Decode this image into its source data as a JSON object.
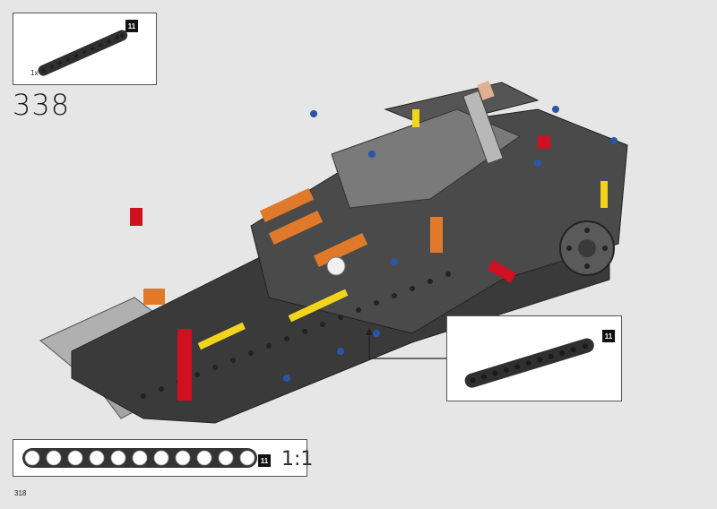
{
  "page": {
    "step_number": "338",
    "page_number": "318"
  },
  "parts_callout": {
    "quantity": "1x",
    "part_length": "11"
  },
  "subassembly_callout": {
    "part_length": "11"
  },
  "scale_indicator": {
    "part_length": "11",
    "scale_label": "1:1",
    "hole_count": 11
  },
  "colors": {
    "background": "#e6e6e6",
    "beam_dark": "#3a3a3a",
    "beam_light": "#a8a8a8",
    "accent_red": "#d01020",
    "accent_orange": "#e07a2a",
    "accent_yellow": "#f2d51a",
    "accent_blue": "#2a56a8",
    "hub_gray": "#5a5a5a"
  }
}
